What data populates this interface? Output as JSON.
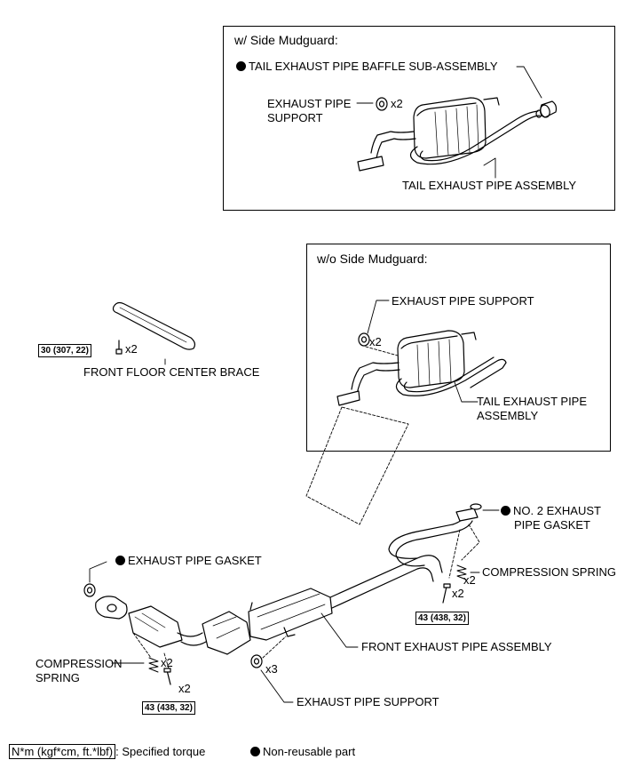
{
  "top_panel": {
    "title": "w/ Side Mudguard:",
    "baffle_label": "TAIL EXHAUST PIPE BAFFLE SUB-ASSEMBLY",
    "support_label_1": "EXHAUST PIPE",
    "support_label_2": "SUPPORT",
    "support_qty": "x2",
    "tail_label": "TAIL EXHAUST PIPE ASSEMBLY"
  },
  "mid_panel": {
    "title": "w/o Side Mudguard:",
    "support_label": "EXHAUST PIPE SUPPORT",
    "support_qty": "x2",
    "tail_label_1": "TAIL EXHAUST PIPE",
    "tail_label_2": "ASSEMBLY"
  },
  "brace": {
    "torque": "30 (307, 22)",
    "qty": "x2",
    "label": "FRONT FLOOR CENTER BRACE"
  },
  "main": {
    "gasket2_label_1": "NO. 2 EXHAUST",
    "gasket2_label_2": "PIPE GASKET",
    "spring_right_label": "COMPRESSION SPRING",
    "spring_right_qty": "x2",
    "bolt_right_qty": "x2",
    "torque_right": "43 (438, 32)",
    "gasket_label": "EXHAUST PIPE GASKET",
    "front_pipe_label": "FRONT EXHAUST PIPE ASSEMBLY",
    "spring_left_label_1": "COMPRESSION",
    "spring_left_label_2": "SPRING",
    "spring_left_qty": "x2",
    "bolt_left_qty": "x2",
    "torque_left": "43 (438, 32)",
    "support_qty": "x3",
    "support_label": "EXHAUST PIPE SUPPORT"
  },
  "legend": {
    "torque_key": "N*m (kgf*cm, ft.*lbf)",
    "torque_desc": ": Specified torque",
    "nonreusable": "Non-reusable part"
  }
}
